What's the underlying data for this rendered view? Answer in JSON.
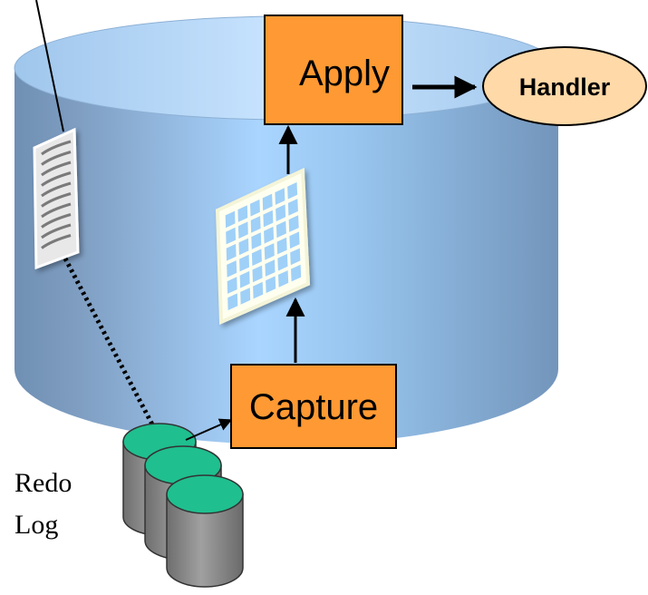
{
  "diagram": {
    "apply_label": "Apply",
    "capture_label": "Capture",
    "handler_label": "Handler",
    "redo_log_label_line1": "Redo",
    "redo_log_label_line2": "Log"
  },
  "colors": {
    "cylinder_light": "#a9d5ff",
    "cylinder_dark": "#6f8fb3",
    "box_fill": "#ff9933",
    "handler_fill": "#ffd9a8",
    "disk_top": "#1fbf8f",
    "disk_body": "#8c8c8c",
    "line": "#000000"
  },
  "icons": {
    "document": "text-document-icon",
    "grid": "table-grid-icon",
    "disks": "disk-stack-icon"
  }
}
